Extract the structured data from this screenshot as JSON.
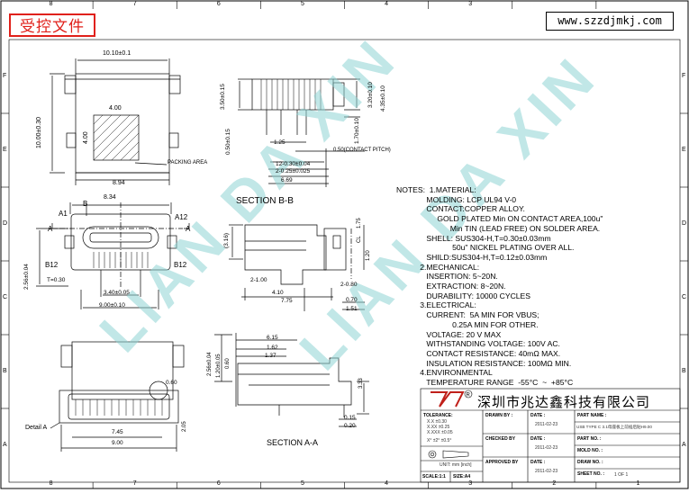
{
  "stamp": "受控文件",
  "website": "www.szzdjmkj.com",
  "watermark": "LIAN DA XIN",
  "sections": {
    "b": "SECTION  B-B",
    "a": "SECTION  A-A"
  },
  "labels": {
    "packing_area": "PACKING AREA",
    "contact_pitch": "0.50(CONTACT PITCH)",
    "a1": "A1",
    "a12": "A12",
    "b12_left": "B12",
    "b12_right": "B12",
    "a_left": "A",
    "a_right": "A",
    "b_left": "B",
    "detail": "Detail A",
    "cl": "CL",
    "pin_a": "A"
  },
  "dims": {
    "top_width": "10.10±0.1",
    "top_height": "10.00±0.30",
    "pack_w": "4.00",
    "pack_h": "4.00",
    "base_w": "8.94",
    "side_350": "3.50±0.15",
    "side_050": "0.50±0.15",
    "side_125": "1.25",
    "side_12": "12-0.30±0.04",
    "side_2": "2-0.25±0.025",
    "side_669": "6.69",
    "side_320": "3.20±0.10",
    "side_435": "4.35±0.10",
    "side_170": "1.70±0.10",
    "f_834": "8.34",
    "f_256": "2.56±0.04",
    "f_030": "T=0.30",
    "f_340": "3.40±0.05",
    "f_900": "9.00±0.10",
    "b_316": "(3.16)",
    "b_175": "1.75",
    "b_120": "1.20",
    "b_2100": "2-1.00",
    "b_410": "4.10",
    "b_775": "7.75",
    "b_2080": "2-0.80",
    "b_070": "0.70",
    "b_151": "1.51",
    "a_615": "6.15",
    "a_162": "1.62",
    "a_137": "1.37",
    "a_256": "2.56±0.04",
    "a_120": "1.20±0.05",
    "a_060": "0.60",
    "a_333": "3.33",
    "a_015": "0.15",
    "a_020": "0.20",
    "bot_060": "0.60",
    "bot_745": "7.45",
    "bot_900": "9.00",
    "bot_205": "2.05"
  },
  "notes": [
    "NOTES:  1.MATERIAL:",
    "              MOLDING: LCP UL94 V-0",
    "              CONTACT:COPPER ALLOY.",
    "                   GOLD PLATED Min ON CONTACT AREA,100u\"",
    "                         Min TIN (LEAD FREE) ON SOLDER AREA.",
    "              SHELL: SUS304-H,T=0.30±0.03mm",
    "                          50u\" NICKEL PLATING OVER ALL.",
    "              SHILD:SUS304-H,T=0.12±0.03mm",
    "           2.MECHANICAL:",
    "              INSERTION: 5~20N.",
    "              EXTRACTION: 8~20N.",
    "              DURABILITY: 10000 CYCLES",
    "           3.ELECTRICAL:",
    "              CURRENT:  5A MIN FOR VBUS;",
    "                          0.25A MIN FOR OTHER.",
    "              VOLTAGE: 20 V MAX",
    "              WITHSTANDING VOLTAGE: 100V AC.",
    "              CONTACT RESISTANCE: 40mΩ MAX.",
    "              INSULATION RESISTANCE: 100MΩ MIN.",
    "           4.ENVIRONMENTAL",
    "              TEMPERATURE RANGE  -55°C  ~  +85°C"
  ],
  "title_block": {
    "company": "深圳市兆达鑫科技有限公司",
    "tolerance": "TOLERANCE:",
    "tol_x": "X.X    ±0.30",
    "tol_xx": "X.XX   ±0.25",
    "tol_xxx": "X.XXX  ±0.05",
    "tol_ang": "X° ±2°     ±0.5°",
    "unit": "UNIT:  mm [inch]",
    "scale": "SCALE:1:1",
    "size": "SIZE:A4",
    "drawn_by": "DRAWN BY :",
    "checked_by": "CHECKED BY",
    "approved_by": "APPROVED BY",
    "date": "DATE :",
    "date1": "2011-02-23",
    "date2": "2011-02-23",
    "date3": "2011-02-23",
    "part_name": "PART NAME :",
    "part_name_val": "USB TYPE C 3.1母座板上前插后贴H9.00",
    "part_no": "PART NO. :",
    "mold_no": "MOLD NO. :",
    "draw_no": "DRAW NO. :",
    "sheet_no": "SHEET NO. :",
    "sheet_val": "1 OF 1"
  },
  "frame": {
    "cols": [
      "8",
      "7",
      "6",
      "5",
      "4",
      "3",
      "2",
      "1"
    ],
    "rows": [
      "F",
      "E",
      "D",
      "C",
      "B",
      "A"
    ]
  }
}
